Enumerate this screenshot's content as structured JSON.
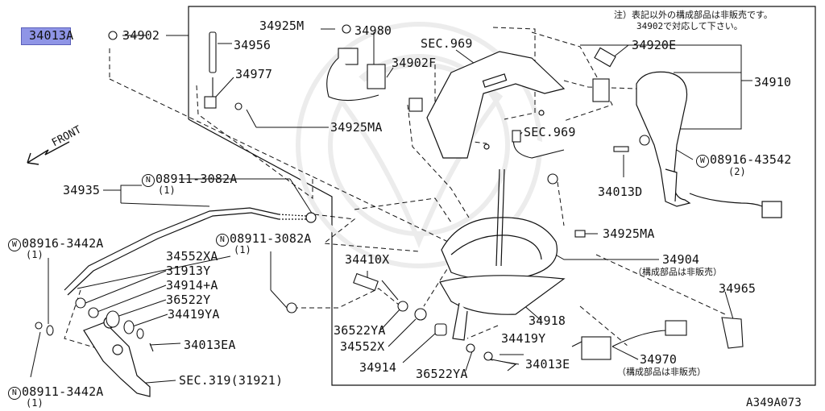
{
  "highlighted_part": "34013",
  "notes": {
    "line1": "注）表記以外の構成部品は非販売です。",
    "line2": "34902で対応して下さい。"
  },
  "front_label": "FRONT",
  "figure_code": "A349A073",
  "parts": {
    "p34013A_suffix": "A",
    "p34902": "34902",
    "p34925M": "34925M",
    "p34980": "34980",
    "p34956": "34956",
    "sec969a": "SEC.969",
    "p34920E": "34920E",
    "p34902F": "34902F",
    "p34977": "34977",
    "p34910": "34910",
    "p34925MA_top": "34925MA",
    "sec969b": "SEC.969",
    "w08916_43542": "08916-43542",
    "w08916_43542_qty": "(2)",
    "p34935": "34935",
    "n08911_3082A_top": "08911-3082A",
    "n08911_3082A_top_qty": "(1)",
    "p34013D": "34013D",
    "w08916_3442A": "08916-3442A",
    "w08916_3442A_qty": "(1)",
    "n08911_3082A_mid": "08911-3082A",
    "n08911_3082A_mid_qty": "(1)",
    "p34925MA_mid": "34925MA",
    "p34552XA": "34552XA",
    "p31913Y": "31913Y",
    "p34410X": "34410X",
    "p34904": "34904",
    "p34904_note": "（構成部品は非販売）",
    "p34914A": "34914+A",
    "p36522Y": "36522Y",
    "p34965": "34965",
    "p34419YA": "34419YA",
    "p34918": "34918",
    "p36522YA_left": "36522YA",
    "p34013EA": "34013EA",
    "p34552X": "34552X",
    "p34419Y": "34419Y",
    "p34970": "34970",
    "p34970_note": "（構成部品は非販売）",
    "p34914": "34914",
    "p36522YA_right": "36522YA",
    "p34013E": "34013E",
    "sec319": "SEC.319(31921)",
    "n08911_3442A": "08911-3442A",
    "n08911_3442A_qty": "(1)",
    "sym_N": "N",
    "sym_W": "W"
  }
}
